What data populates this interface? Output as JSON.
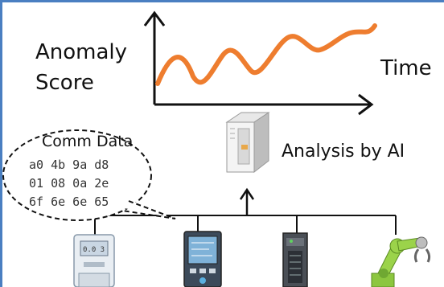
{
  "chart": {
    "ylabel_line1": "Anomaly",
    "ylabel_line2": "Score",
    "xlabel": "Time",
    "line_color": "#ee7d2f"
  },
  "server": {
    "label": "Analysis by AI"
  },
  "bubble": {
    "title": "Comm Data",
    "hex_lines": [
      "a0 4b 9a d8",
      "01 08 0a 2e",
      "6f 6e 6e 65"
    ]
  },
  "devices": [
    {
      "icon": "electricity-meter-icon"
    },
    {
      "icon": "control-panel-icon"
    },
    {
      "icon": "plc-controller-icon"
    },
    {
      "icon": "robot-arm-icon"
    }
  ],
  "colors": {
    "frame": "#4a7fc1",
    "accent": "#ee7d2f",
    "robot": "#8cc63f"
  }
}
